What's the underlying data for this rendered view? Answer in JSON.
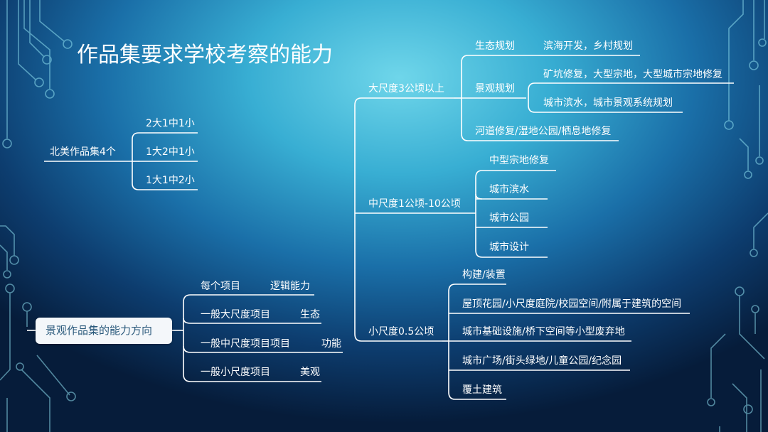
{
  "title": "作品集要求学校考察的能力",
  "na": {
    "label": "北美作品集4个",
    "items": [
      "2大1中1小",
      "1大2中1小",
      "1大1中2小"
    ]
  },
  "root": {
    "label": "景观作品集的能力方向",
    "items": [
      {
        "label": "每个项目",
        "value": "逻辑能力"
      },
      {
        "label": "一般大尺度项目",
        "value": "生态"
      },
      {
        "label": "一般中尺度项目项目",
        "value": "功能"
      },
      {
        "label": "一般小尺度项目",
        "value": "美观"
      }
    ]
  },
  "large": {
    "label": "大尺度3公顷以上",
    "eco": {
      "label": "生态规划",
      "value": "滨海开发，乡村规划"
    },
    "landscape": {
      "label": "景观规划",
      "values": [
        "矿坑修复，大型宗地，大型城市宗地修复",
        "城市滨水，城市景观系统规划"
      ]
    },
    "river": "河道修复/湿地公园/栖息地修复"
  },
  "medium": {
    "label": "中尺度1公顷-10公顷",
    "items": [
      "中型宗地修复",
      "城市滨水",
      "城市公园",
      "城市设计"
    ]
  },
  "small": {
    "label": "小尺度0.5公顷",
    "items": [
      "构建/装置",
      "屋顶花园/小尺度庭院/校园空间/附属于建筑的空间",
      "城市基础设施/桥下空间等小型废弃地",
      "城市广场/街头绿地/儿童公园/纪念园",
      "覆土建筑"
    ]
  }
}
